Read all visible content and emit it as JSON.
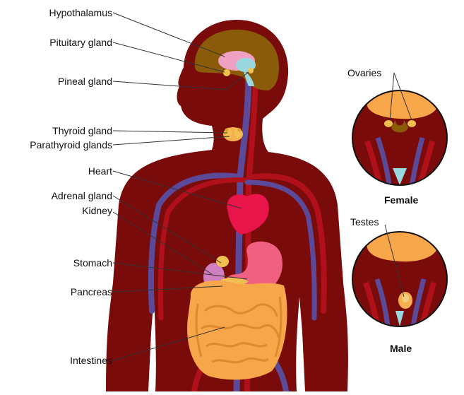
{
  "labels": {
    "hypothalamus": "Hypothalamus",
    "pituitary": "Pituitary gland",
    "pineal": "Pineal gland",
    "thyroid": "Thyroid gland",
    "parathyroid": "Parathyroid glands",
    "heart": "Heart",
    "adrenal": "Adrenal gland",
    "kidney": "Kidney",
    "stomach": "Stomach",
    "pancreas": "Pancreas",
    "intestines": "Intestines",
    "ovaries": "Ovaries",
    "testes": "Testes"
  },
  "captions": {
    "female": "Female",
    "male": "Male"
  },
  "colors": {
    "body": "#7a0b0b",
    "vessel_red": "#b0101a",
    "vessel_blue": "#5b4a9a",
    "brain": "#8a5c0a",
    "organ_pink": "#f06080",
    "heart": "#e8144a",
    "intestines": "#f7a64a",
    "gland_yellow": "#f0c050"
  }
}
